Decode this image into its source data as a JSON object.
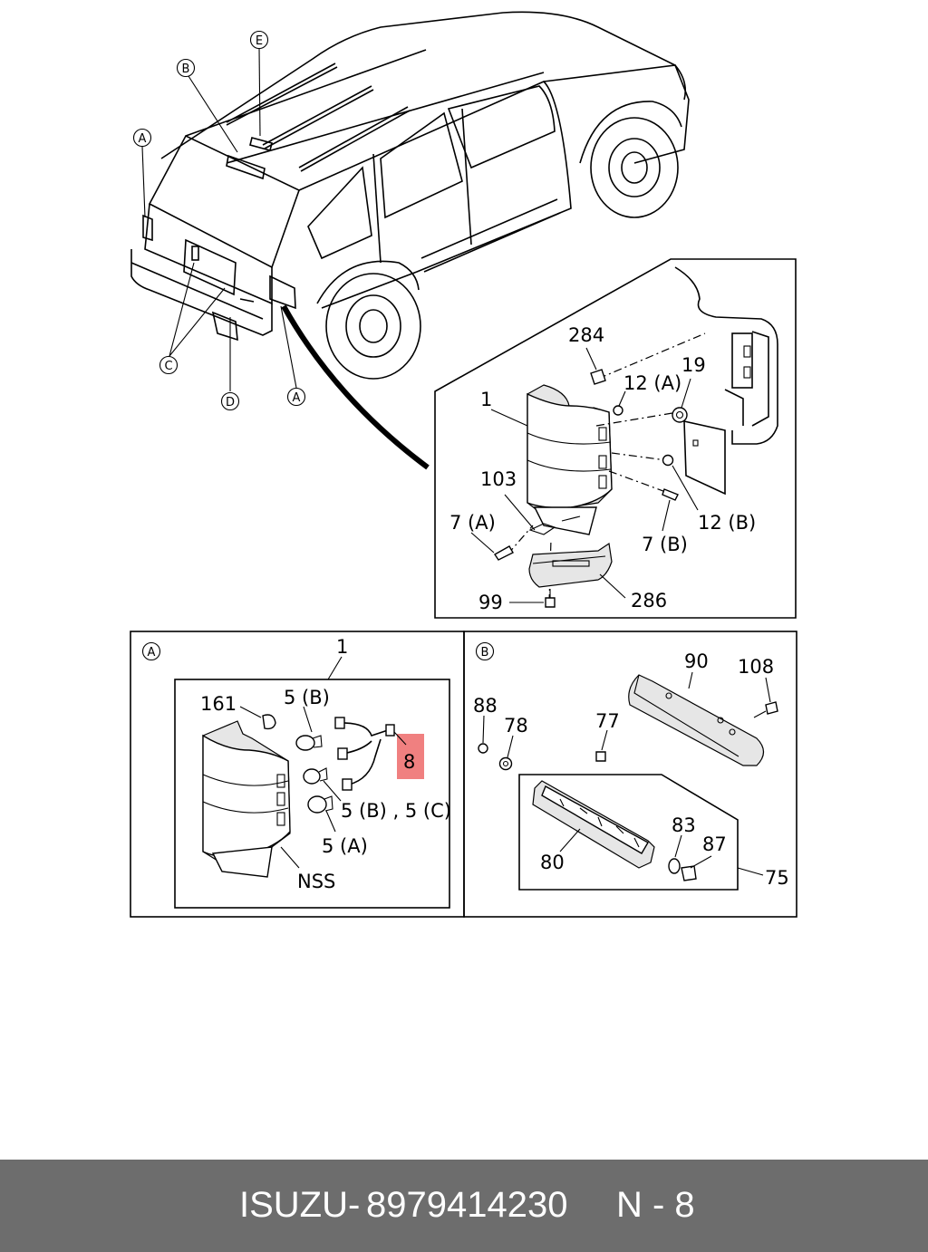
{
  "diagram": {
    "vehicle_callouts": [
      "A",
      "B",
      "C",
      "D",
      "E"
    ],
    "main_labels": {
      "l284": "284",
      "l1": "1",
      "l12a": "12 (A)",
      "l19": "19",
      "l103": "103",
      "l7a": "7 (A)",
      "l7b": "7 (B)",
      "l12b": "12 (B)",
      "l99": "99",
      "l286": "286"
    },
    "detail_a": {
      "tag": "A",
      "labels": {
        "l1": "1",
        "l161": "161",
        "l5b": "5 (B)",
        "l8": "8",
        "l5bc": "5 (B) , 5 (C)",
        "l5a": "5 (A)",
        "nss": "NSS"
      },
      "highlight_color": "#f08080"
    },
    "detail_b": {
      "tag": "B",
      "labels": {
        "l90": "90",
        "l108": "108",
        "l88": "88",
        "l78": "78",
        "l77": "77",
        "l83": "83",
        "l87": "87",
        "l80": "80",
        "l75": "75"
      }
    }
  },
  "footer": {
    "brand": "ISUZU",
    "part_number": "8979414230",
    "page_code": "N - 8",
    "background_color": "#6d6d6d"
  }
}
